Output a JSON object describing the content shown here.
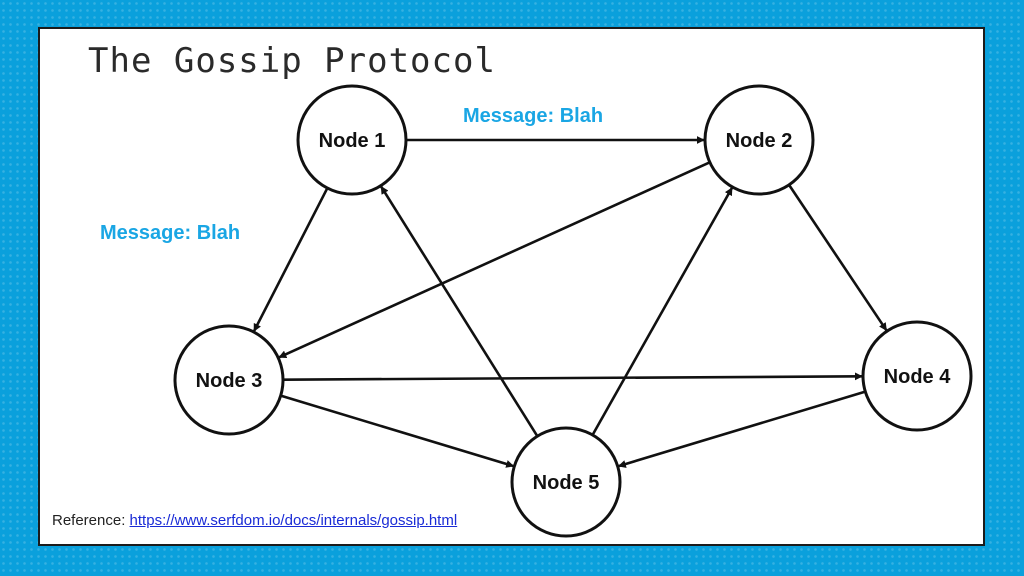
{
  "slide": {
    "title": "The Gossip Protocol"
  },
  "diagram": {
    "nodes": [
      {
        "id": "n1",
        "label": "Node 1"
      },
      {
        "id": "n2",
        "label": "Node 2"
      },
      {
        "id": "n3",
        "label": "Node 3"
      },
      {
        "id": "n4",
        "label": "Node 4"
      },
      {
        "id": "n5",
        "label": "Node 5"
      }
    ],
    "edges": [
      {
        "from": "n1",
        "to": "n2"
      },
      {
        "from": "n1",
        "to": "n3"
      },
      {
        "from": "n2",
        "to": "n3"
      },
      {
        "from": "n2",
        "to": "n4"
      },
      {
        "from": "n3",
        "to": "n4"
      },
      {
        "from": "n3",
        "to": "n5"
      },
      {
        "from": "n4",
        "to": "n5"
      },
      {
        "from": "n5",
        "to": "n1"
      },
      {
        "from": "n5",
        "to": "n2"
      }
    ],
    "messages": [
      {
        "text": "Message: Blah"
      },
      {
        "text": "Message: Blah"
      }
    ]
  },
  "reference": {
    "label": "Reference:",
    "url_text": "https://www.serfdom.io/docs/internals/gossip.html"
  },
  "colors": {
    "background": "#0aa0dc",
    "message": "#1aa6e4",
    "link": "#1a2bd6"
  }
}
